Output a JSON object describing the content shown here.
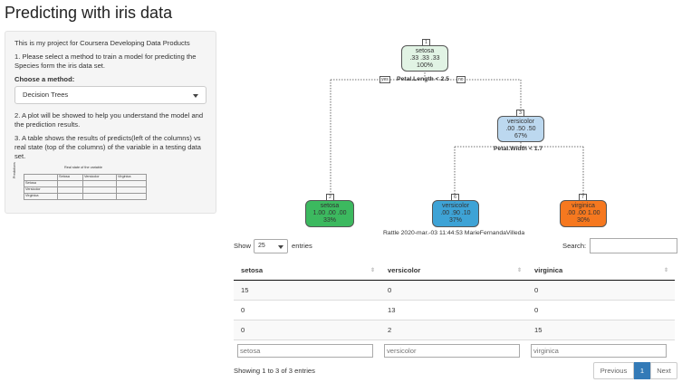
{
  "app": {
    "title": "Predicting with iris data"
  },
  "sidebar": {
    "intro": "This is my project for Coursera Developing Data Products",
    "step1": "1. Please select a method to train a model for predicting the Species form the iris data set.",
    "method_label": "Choose a method:",
    "method_value": "Decision Trees",
    "step2": "2. A plot will be showed to help you understand the model and the prediction results.",
    "step3": "3. A table shows the results of predicts(left of the columns) vs real state (top of the columns) of the variable in a testing data set.",
    "mini_table": {
      "caption": "Real state of the variable",
      "side": "Predictions",
      "cols": [
        "",
        "Setosa",
        "Versicolor",
        "Virginica"
      ],
      "rows": [
        "Setosa",
        "Versicolor",
        "Virginica"
      ]
    }
  },
  "tree": {
    "nodes": [
      {
        "id": "1",
        "name": "setosa",
        "probs": ".33 .33 .33",
        "pct": "100%",
        "color": "#e1f3e4"
      },
      {
        "id": "3",
        "name": "versicolor",
        "probs": ".00 .50 .50",
        "pct": "67%",
        "color": "#bcd8ef"
      },
      {
        "id": "2",
        "name": "setosa",
        "probs": "1.00 .00 .00",
        "pct": "33%",
        "color": "#3cb95f"
      },
      {
        "id": "6",
        "name": "versicolor",
        "probs": ".00 .90 .10",
        "pct": "37%",
        "color": "#3ea3d6"
      },
      {
        "id": "7",
        "name": "virginica",
        "probs": ".00 .00 1.00",
        "pct": "30%",
        "color": "#f6781f"
      }
    ],
    "split1": "Petal.Length < 2.5",
    "split2": "Petal.Width < 1.7",
    "yes": "yes",
    "no": "no",
    "caption": "Rattle 2020-mar.-03 11:44:53 MarieFernandaVilleda"
  },
  "table": {
    "show_label": "Show",
    "length_value": "25",
    "entries_label": "entries",
    "search_label": "Search:",
    "headers": [
      "setosa",
      "versicolor",
      "virginica"
    ],
    "rows": [
      [
        "15",
        "0",
        "0"
      ],
      [
        "0",
        "13",
        "0"
      ],
      [
        "0",
        "2",
        "15"
      ]
    ],
    "filters": [
      "setosa",
      "versicolor",
      "virginica"
    ],
    "info": "Showing 1 to 3 of 3 entries",
    "prev": "Previous",
    "page": "1",
    "next": "Next"
  }
}
